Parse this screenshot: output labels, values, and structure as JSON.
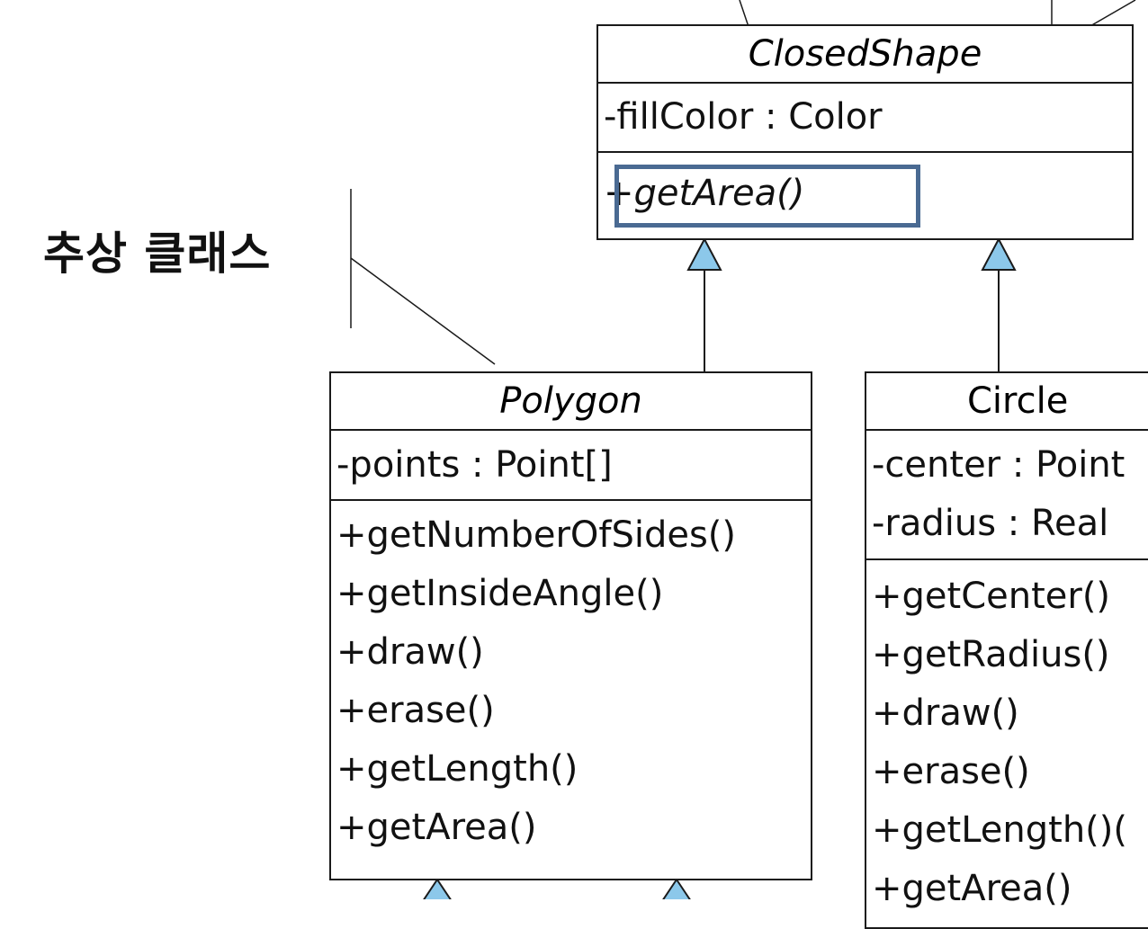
{
  "caption": "추상 클래스",
  "classes": {
    "closed_shape": {
      "name": "ClosedShape",
      "attributes": [
        "-fillColor : Color"
      ],
      "methods": [
        "+getArea()"
      ]
    },
    "polygon": {
      "name": "Polygon",
      "attributes": [
        "-points : Point[]"
      ],
      "methods": [
        "+getNumberOfSides()",
        "+getInsideAngle()",
        "+draw()",
        "+erase()",
        "+getLength()",
        "+getArea()"
      ]
    },
    "circle": {
      "name": "Circle",
      "attributes": [
        "-center : Point",
        "-radius : Real"
      ],
      "methods": [
        "+getCenter()",
        "+getRadius()",
        "+draw()",
        "+erase()",
        "+getLength()(",
        "+getArea()"
      ]
    }
  },
  "colors": {
    "arrow_fill": "#8cc8ea",
    "highlight_border": "#4a6a92",
    "line": "#1a1a1a"
  }
}
